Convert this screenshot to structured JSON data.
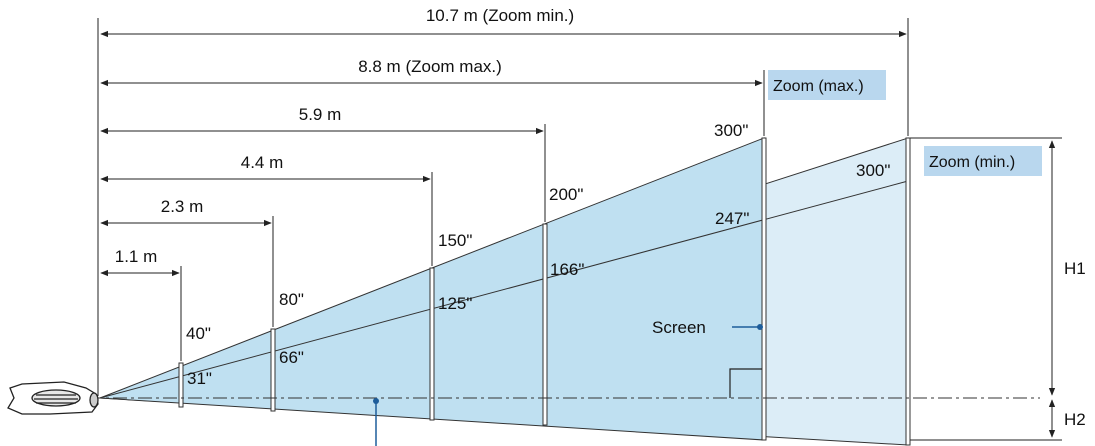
{
  "distances": [
    {
      "id": "d-10-7",
      "label": "10.7 m (Zoom min.)"
    },
    {
      "id": "d-8-8",
      "label": "8.8 m (Zoom max.)"
    },
    {
      "id": "d-5-9",
      "label": "5.9 m"
    },
    {
      "id": "d-4-4",
      "label": "4.4 m"
    },
    {
      "id": "d-2-3",
      "label": "2.3 m"
    },
    {
      "id": "d-1-1",
      "label": "1.1 m"
    }
  ],
  "zoom_labels": {
    "max": "Zoom (max.)",
    "min": "Zoom (min.)"
  },
  "screen_sizes_max": [
    "40\"",
    "80\"",
    "150\"",
    "200\"",
    "300\""
  ],
  "screen_sizes_min": [
    "31\"",
    "66\"",
    "125\"",
    "166\"",
    "247\"",
    "300\""
  ],
  "screen_label": "Screen",
  "h1_label": "H1",
  "h2_label": "H2",
  "colors": {
    "fill_light": "#dcedf7",
    "fill_dark": "#bfe0f1",
    "tag_bg": "#b9d7ee",
    "pointer": "#1d5d9b",
    "line": "#222222"
  }
}
